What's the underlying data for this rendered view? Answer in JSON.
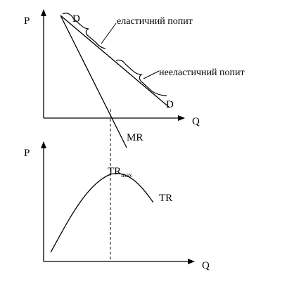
{
  "top_chart": {
    "y_axis_label": "P",
    "x_axis_label": "Q",
    "demand_label_start": "D",
    "demand_label_end": "D",
    "elastic_label": "еластичний попит",
    "inelastic_label": "нееластичний попит",
    "mr_label": "MR"
  },
  "bottom_chart": {
    "y_axis_label": "P",
    "x_axis_label": "Q",
    "tr_max_label": "TR",
    "tr_max_subscript": "max",
    "tr_label": "TR"
  }
}
